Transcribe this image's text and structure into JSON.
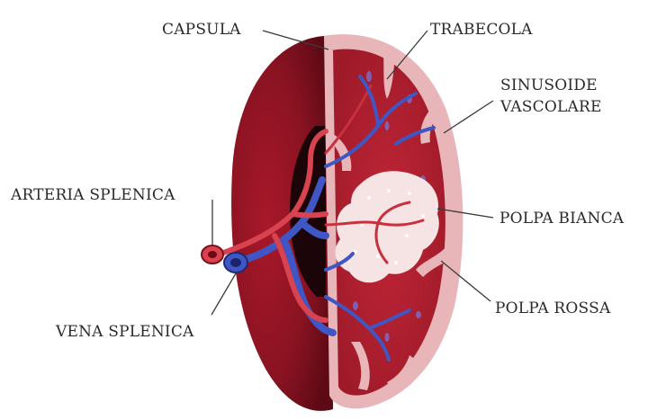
{
  "diagram": {
    "labels": {
      "capsula": "CAPSULA",
      "trabecola": "TRABECOLA",
      "sinusoide_line1": "SINUSOIDE",
      "sinusoide_line2": "VASCOLARE",
      "arteria": "ARTERIA SPLENICA",
      "polpa_bianca": "POLPA BIANCA",
      "vena": "VENA SPLENICA",
      "polpa_rossa": "POLPA ROSSA"
    },
    "colors": {
      "outer_dark": "#7a0f1c",
      "outer_mid": "#a8182a",
      "capsule": "#e8b6b8",
      "red_pulp": "#b01e2e",
      "white_pulp": "#f6e3e4",
      "artery": "#d9434f",
      "vein": "#3f57c4",
      "hilum": "#1c0508"
    }
  }
}
